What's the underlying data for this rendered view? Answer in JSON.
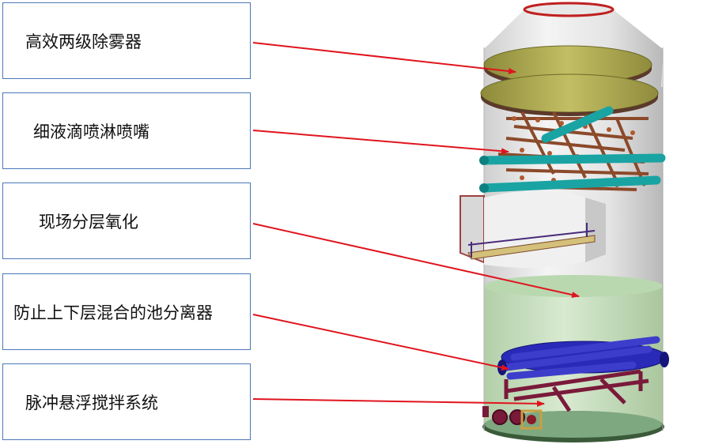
{
  "labels": [
    {
      "id": "demister",
      "text": "高效两级除雾器"
    },
    {
      "id": "nozzle",
      "text": "细液滴喷淋喷嘴"
    },
    {
      "id": "oxidation",
      "text": "现场分层氧化"
    },
    {
      "id": "separator",
      "text": "防止上下层混合的池分离器"
    },
    {
      "id": "agitation",
      "text": "脉冲悬浮搅拌系统"
    }
  ],
  "colors": {
    "box_border": "#4a78b8",
    "arrow": "#e0141e",
    "tower_body": "#dcdcdc",
    "demister_plate": "#a8a44a",
    "spray_header": "#1aa3a3",
    "spray_branch": "#8b4a2a",
    "separator": "#2a2ab8",
    "slurry": "#c6dcc0"
  }
}
